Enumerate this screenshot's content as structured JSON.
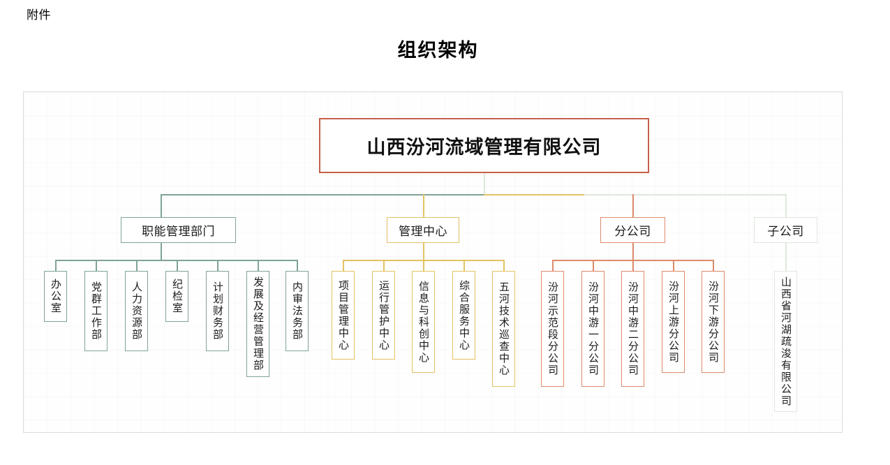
{
  "document": {
    "attachment_label": "附件",
    "title": "组织架构"
  },
  "colors": {
    "root_border": "#c4604a",
    "functional_dept": "#7fa396",
    "management_center": "#e3c362",
    "branch_company": "#dd8b6b",
    "subsidiary_company": "#dfe8dc",
    "canvas_border": "#d9dde2"
  },
  "chart_data": {
    "type": "diagram",
    "diagram_kind": "organization-chart",
    "title": "组织架构",
    "orientation": "top-down",
    "levels": 3,
    "root": {
      "id": "root",
      "label": "山西汾河流域管理有限公司",
      "color": "#c4604a",
      "level": 0
    },
    "groups": [
      {
        "id": "functional-departments",
        "label": "职能管理部门",
        "color": "#7fa396",
        "level": 1,
        "child_count": 7,
        "children": [
          {
            "id": "office",
            "label": "办公室"
          },
          {
            "id": "party-mass-work-dept",
            "label": "党群工作部"
          },
          {
            "id": "human-resources-dept",
            "label": "人力资源部"
          },
          {
            "id": "discipline-inspection-office",
            "label": "纪检室"
          },
          {
            "id": "planning-finance-dept",
            "label": "计划财务部"
          },
          {
            "id": "development-operation-management-dept",
            "label": "发展及经营管理部"
          },
          {
            "id": "internal-audit-legal-dept",
            "label": "内审法务部"
          }
        ]
      },
      {
        "id": "management-centers",
        "label": "管理中心",
        "color": "#e3c362",
        "level": 1,
        "child_count": 5,
        "children": [
          {
            "id": "project-management-center",
            "label": "项目管理中心"
          },
          {
            "id": "operation-maintenance-center",
            "label": "运行管护中心"
          },
          {
            "id": "information-innovation-center",
            "label": "信息与科创中心"
          },
          {
            "id": "comprehensive-service-center",
            "label": "综合服务中心"
          },
          {
            "id": "five-river-inspection-center",
            "label": "五河技术巡查中心"
          }
        ]
      },
      {
        "id": "branch-companies",
        "label": "分公司",
        "color": "#dd8b6b",
        "level": 1,
        "child_count": 5,
        "children": [
          {
            "id": "fenhe-demonstration-branch",
            "label": "汾河示范段分公司"
          },
          {
            "id": "fenhe-midstream-first-branch",
            "label": "汾河中游一分公司"
          },
          {
            "id": "fenhe-midstream-second-branch",
            "label": "汾河中游二分公司"
          },
          {
            "id": "fenhe-upstream-branch",
            "label": "汾河上游分公司"
          },
          {
            "id": "fenhe-downstream-branch",
            "label": "汾河下游分公司"
          }
        ]
      },
      {
        "id": "subsidiary-companies",
        "label": "子公司",
        "color": "#dfe8dc",
        "level": 1,
        "child_count": 1,
        "children": [
          {
            "id": "shanxi-river-lake-dredging-co",
            "label": "山西省河湖疏浚有限公司"
          }
        ]
      }
    ]
  }
}
